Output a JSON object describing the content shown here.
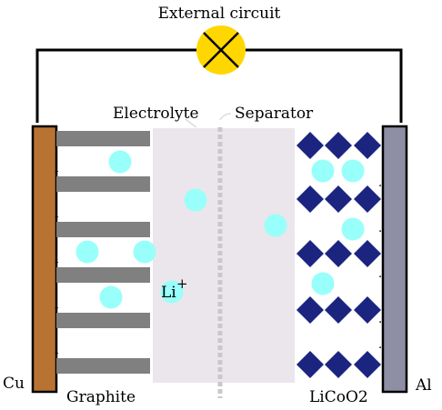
{
  "labels": {
    "external_circuit": "External circuit",
    "electrolyte": "Electrolyte",
    "separator": "Separator",
    "cu": "Cu",
    "al": "Al",
    "graphite": "Graphite",
    "licoo2": "LiCoO2",
    "li_ion": "Li",
    "li_charge": "+",
    "anode_minus": "-",
    "cathode_dot": "."
  },
  "colors": {
    "bulb": "#ffd700",
    "copper_electrode": "#b87333",
    "aluminum_electrode": "#8e8fa5",
    "graphite_layer": "#808080",
    "electrolyte": "#ebe6eb",
    "separator": "#c8c8c8",
    "li_ion": "#98fffa",
    "licoo2_crystal": "#1b2580"
  },
  "icons": {
    "bulb": "lamp-x-icon",
    "li_ion": "circle-icon",
    "licoo2_crystal": "diamond-icon"
  },
  "counts": {
    "graphite_layers": 6,
    "licoo2_rows": 5,
    "licoo2_per_row": 3
  }
}
